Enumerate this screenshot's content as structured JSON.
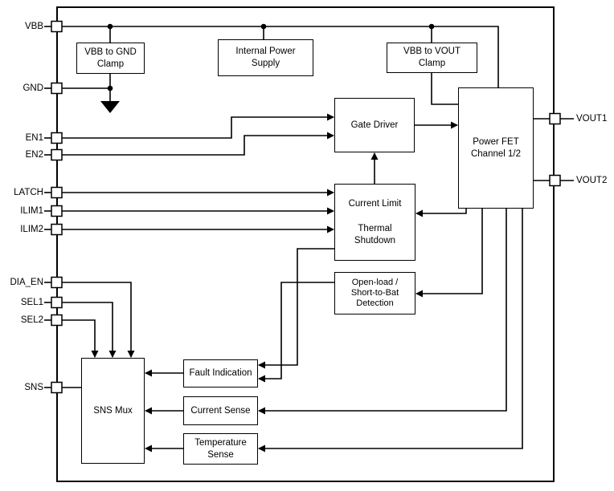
{
  "diagram": {
    "colors": {
      "line": "#000000",
      "background": "#ffffff",
      "box_fill": "#ffffff"
    },
    "blocks": {
      "vbb_gnd_clamp": "VBB to GND\nClamp",
      "internal_power_supply": "Internal Power\nSupply",
      "vbb_vout_clamp": "VBB to VOUT\nClamp",
      "gate_driver": "Gate Driver",
      "power_fet": "Power FET\nChannel 1/2",
      "current_limit": "Current Limit",
      "thermal_shutdown": "Thermal\nShutdown",
      "open_load_detection": "Open-load /\nShort-to-Bat\nDetection",
      "fault_indication": "Fault Indication",
      "current_sense": "Current Sense",
      "temperature_sense": "Temperature\nSense",
      "sns_mux": "SNS Mux"
    },
    "pins": {
      "left": [
        {
          "label": "VBB"
        },
        {
          "label": "GND"
        },
        {
          "label": "EN1"
        },
        {
          "label": "EN2"
        },
        {
          "label": "LATCH"
        },
        {
          "label": "ILIM1"
        },
        {
          "label": "ILIM2"
        },
        {
          "label": "DIA_EN"
        },
        {
          "label": "SEL1"
        },
        {
          "label": "SEL2"
        },
        {
          "label": "SNS"
        }
      ],
      "right": [
        {
          "label": "VOUT1"
        },
        {
          "label": "VOUT2"
        }
      ]
    }
  }
}
